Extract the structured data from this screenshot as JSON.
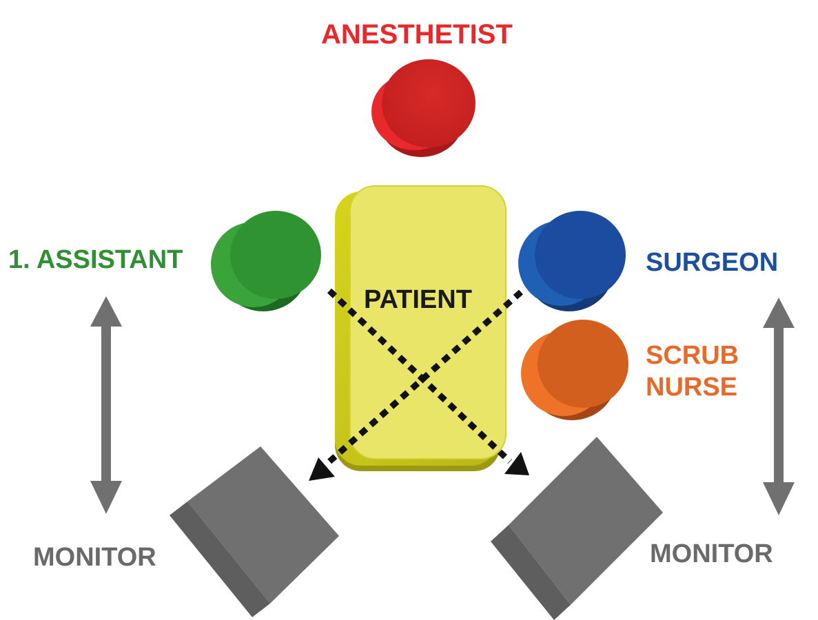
{
  "roles": {
    "anesthetist": {
      "label": "ANESTHETIST",
      "color": "#e8282b"
    },
    "assistant": {
      "label": "1. ASSISTANT",
      "color": "#2f8f32"
    },
    "surgeon": {
      "label": "SURGEON",
      "color": "#1d4ea0"
    },
    "scrub_nurse": {
      "label_line1": "SCRUB",
      "label_line2": "NURSE",
      "color": "#e8692a"
    }
  },
  "patient": {
    "label": "PATIENT",
    "color": "#e6e366"
  },
  "monitors": {
    "left": {
      "label": "MONITOR"
    },
    "right": {
      "label": "MONITOR"
    },
    "color": "#6f6f6f"
  },
  "arrow_color": "#707070",
  "sightline_color": "#111111"
}
